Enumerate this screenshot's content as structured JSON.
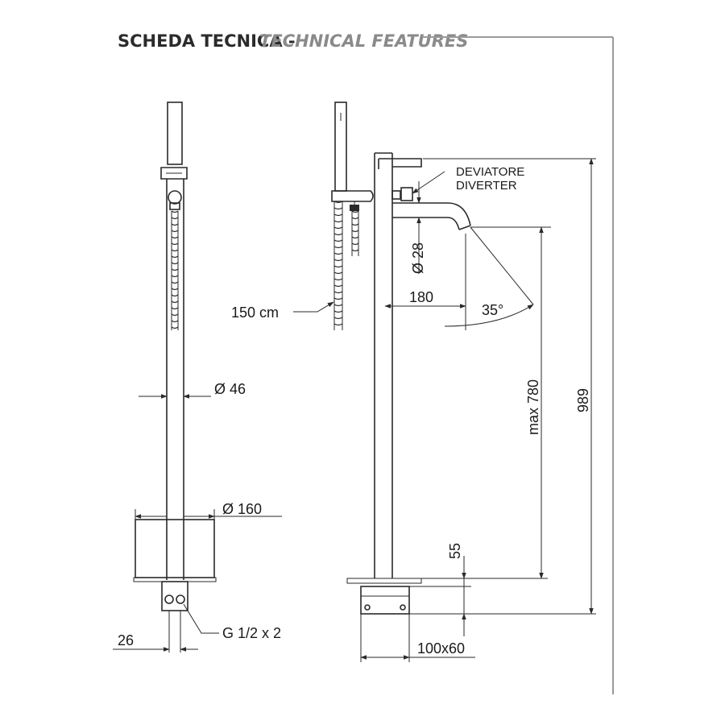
{
  "header": {
    "title_it": "SCHEDA TECNICA -",
    "title_en": "TECHNICAL FEATURES"
  },
  "colors": {
    "ink": "#2a2a2a",
    "title_dark": "#2b2b2b",
    "title_grey": "#8a8a8a",
    "frame": "#9a9a9a"
  },
  "dimensions": {
    "hose_length": "150 cm",
    "column_diameter": "Ø 46",
    "base_diameter": "Ø 160",
    "connection": "G 1/2 x 2",
    "pipe_offset": "26",
    "spout_diameter": "Ø 28",
    "spout_reach": "180",
    "spout_angle": "35°",
    "max_height": "max 780",
    "total_height": "989",
    "floor_gap": "55",
    "footprint": "100x60"
  },
  "labels": {
    "diverter_it": "DEVIATORE",
    "diverter_en": "DIVERTER"
  }
}
